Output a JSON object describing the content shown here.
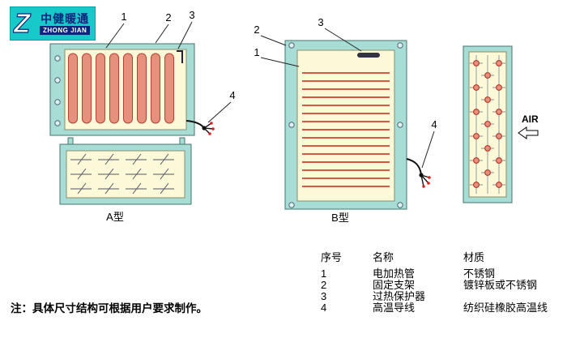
{
  "logo": {
    "brand_cn": "中健暖通",
    "brand_en": "ZHONG JIAN"
  },
  "labels": {
    "type_a": "A型",
    "type_b": "B型",
    "air": "AIR"
  },
  "callouts": {
    "n1": "1",
    "n2": "2",
    "n3": "3",
    "n4": "4"
  },
  "table": {
    "headers": [
      "序号",
      "名称",
      "材质"
    ],
    "rows": [
      {
        "no": "1",
        "name": "电加热管",
        "material": "不锈钢"
      },
      {
        "no": "2",
        "name": "固定支架",
        "material": "镀锌板或不锈钢"
      },
      {
        "no": "3",
        "name": "过热保护器",
        "material": ""
      },
      {
        "no": "4",
        "name": "高温导线",
        "material": "纺织硅橡胶高温线"
      }
    ]
  },
  "note": "注：具体尺寸结构可根据用户要求制作。",
  "colors": {
    "frame_fill": "#a8ddd6",
    "panel_fill": "#fcf9d8",
    "tube_fill": "#e6907e",
    "heater_line": "#cc2211",
    "logo_bg": "#17c9c9",
    "logo_text": "#07257d"
  }
}
